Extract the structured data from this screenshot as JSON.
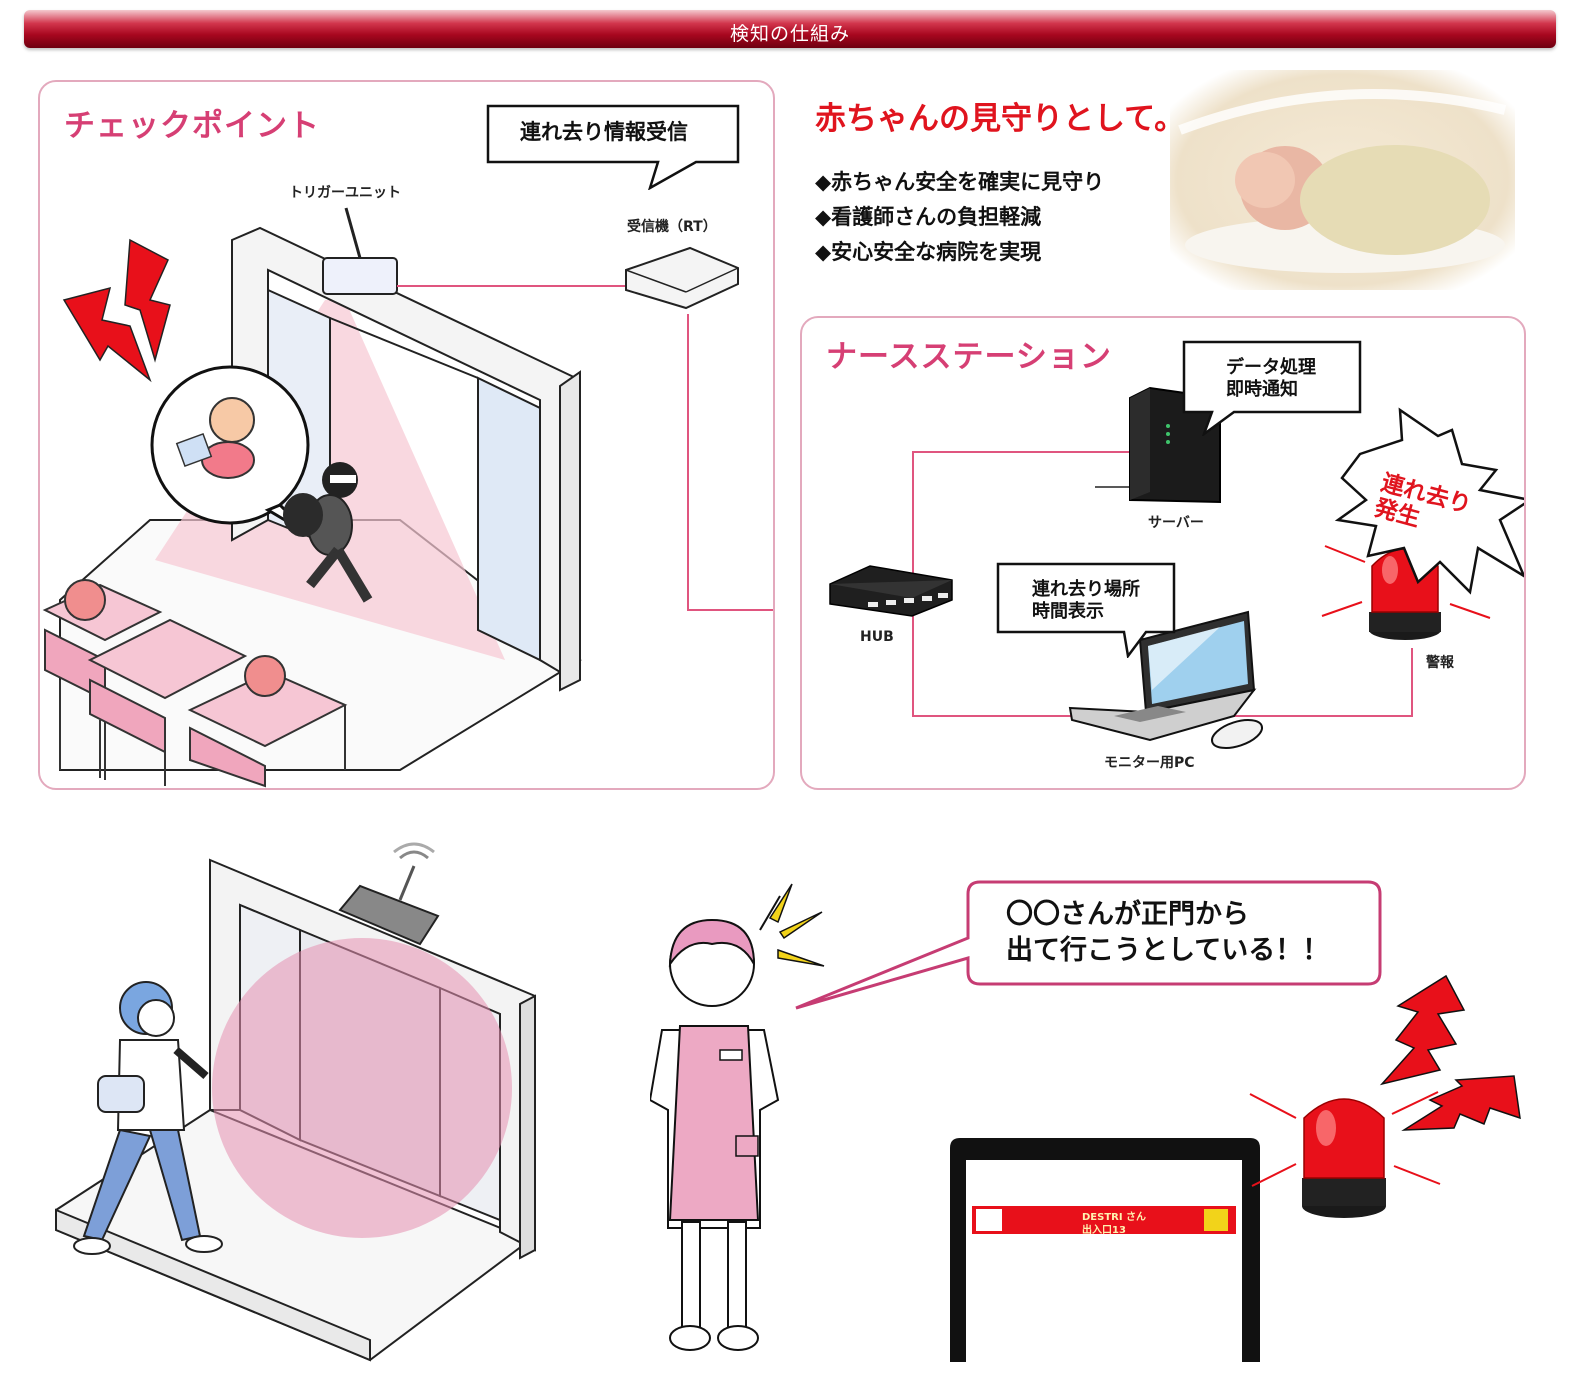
{
  "header": {
    "title": "検知の仕組み"
  },
  "checkpoint": {
    "title": "チェックポイント",
    "bubble": "連れ去り情報受信",
    "trigger_label": "トリガーユニット",
    "receiver_label": "受信機（RT）"
  },
  "baby_watch": {
    "title": "赤ちゃんの見守りとして。。",
    "bullets": [
      "◆赤ちゃん安全を確実に見守り",
      "◆看護師さんの負担軽減",
      "◆安心安全な病院を実現"
    ]
  },
  "nurse_station": {
    "title": "ナースステーション",
    "server_bubble": "データ処理\n即時通知",
    "server_label": "サーバー",
    "hub_label": "HUB",
    "pc_bubble": "連れ去り場所\n時間表示",
    "pc_label": "モニター用PC",
    "alarm_label": "警報",
    "burst_text": "連れ去り\n発生"
  },
  "scenario": {
    "nurse_speech": "〇〇さんが正門から\n出て行こうとしている！！",
    "monitor_name": "DESTRI さん",
    "monitor_gate": "出入口13"
  },
  "colors": {
    "accent": "#d63f74",
    "title_red": "#e0141e",
    "line_pink": "#e0557f",
    "panel_border": "#e3a9bd",
    "alarm_red": "#e8101a"
  }
}
